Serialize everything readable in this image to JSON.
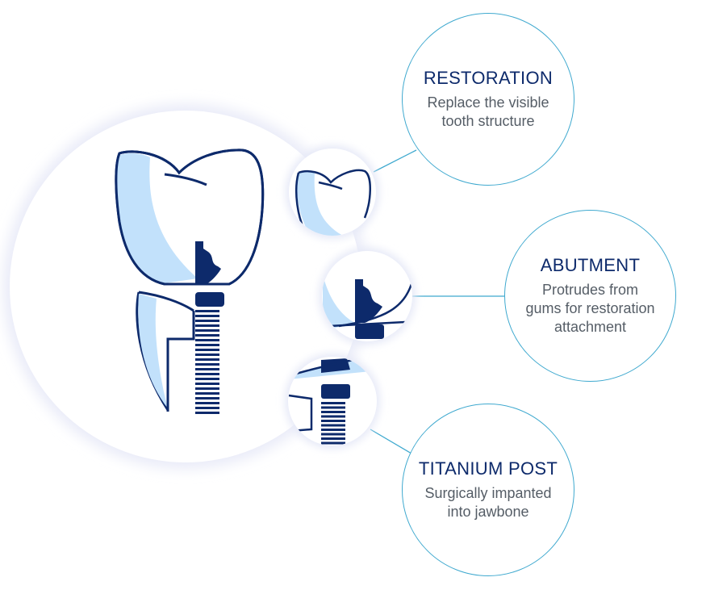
{
  "colors": {
    "navy": "#0d2a6b",
    "light_blue": "#c2e1fb",
    "accent_line": "#3fa9cf",
    "glow": "#eef0fb",
    "text_gray": "#555d66"
  },
  "callouts": [
    {
      "title": "RESTORATION",
      "description_lines": [
        "Replace the visible",
        "tooth structure"
      ],
      "description": "Replace the visible tooth structure"
    },
    {
      "title": "ABUTMENT",
      "description_lines": [
        "Protrudes from",
        "gums for restoration",
        "attachment"
      ],
      "description": "Protrudes from gums for restoration attachment"
    },
    {
      "title": "TITANIUM POST",
      "description_lines": [
        "Surgically impanted",
        "into jawbone"
      ],
      "description": "Surgically impanted into jawbone"
    }
  ]
}
